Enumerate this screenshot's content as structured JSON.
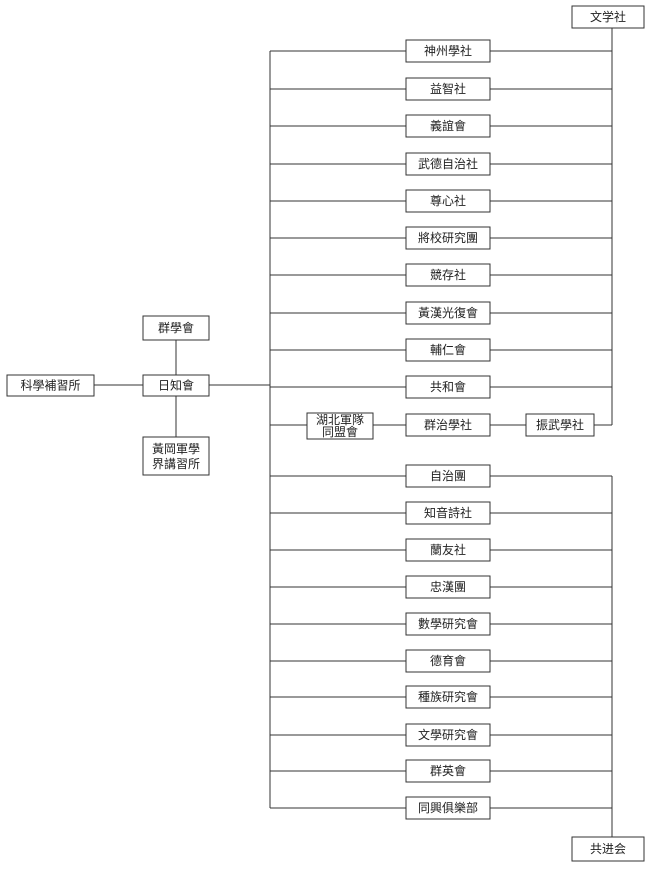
{
  "diagram": {
    "root": "科學補習所",
    "center": "日知會",
    "above_center": "群學會",
    "below_center": [
      "黃岡軍學",
      "界講習所"
    ],
    "top_right": "文学社",
    "bottom_right": "共进会",
    "upper_branch": [
      "神州學社",
      "益智社",
      "義誼會",
      "武德自治社",
      "尊心社",
      "將校研究團",
      "競存社",
      "黃漢光復會",
      "輔仁會",
      "共和會"
    ],
    "middle_branch": {
      "left": [
        "湖北軍隊",
        "同盟會"
      ],
      "center": "群治學社",
      "right": "振武學社"
    },
    "lower_branch": [
      "自治團",
      "知音詩社",
      "蘭友社",
      "忠漢團",
      "數學研究會",
      "德育會",
      "種族研究會",
      "文學研究會",
      "群英會",
      "同興俱樂部"
    ]
  }
}
